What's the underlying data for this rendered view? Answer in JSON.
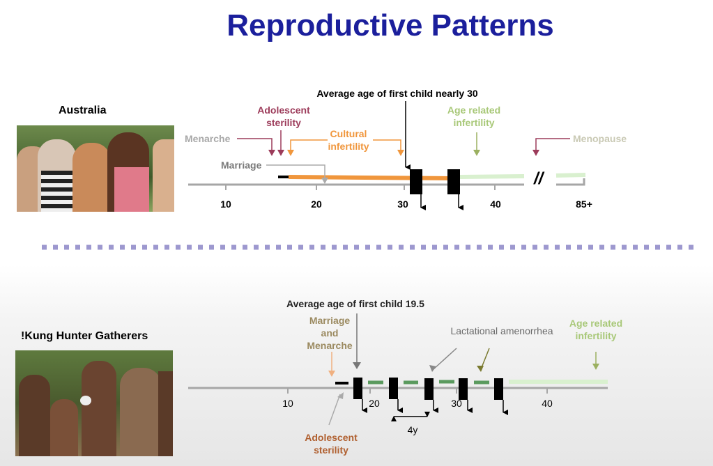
{
  "title": "Reproductive Patterns",
  "colors": {
    "title": "#1b1f9c",
    "maroon": "#9c3b5a",
    "orange": "#f0963c",
    "green_light": "#9bbf6a",
    "green_dark": "#5a9a5e",
    "axis": "#a6a6a6",
    "divider": "#9d98cf"
  },
  "australia": {
    "heading": "Australia",
    "first_child": "Average age of first child nearly 30",
    "adolescent_sterility": [
      "Adolescent",
      "sterility"
    ],
    "menarche": "Menarche",
    "cultural_infertility": [
      "Cultural",
      "infertility"
    ],
    "age_related_infertility": [
      "Age related",
      "infertility"
    ],
    "menopause": "Menopause",
    "marriage": "Marriage",
    "break_mark": "//",
    "ticks": [
      "10",
      "20",
      "30",
      "40",
      "85+"
    ]
  },
  "kung": {
    "heading": "!Kung Hunter Gatherers",
    "first_child": "Average age of first child 19.5",
    "marriage_menarche": [
      "Marriage",
      "and",
      "Menarche"
    ],
    "lactational": "Lactational amenorrhea",
    "age_related_infertility": [
      "Age related",
      "infertility"
    ],
    "adolescent_sterility": [
      "Adolescent",
      "sterility"
    ],
    "interval": "4y",
    "ticks": [
      "10",
      "20",
      "30",
      "40"
    ]
  }
}
